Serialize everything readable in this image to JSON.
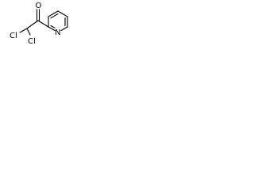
{
  "molecule": {
    "atoms": {
      "carbonyl_oxygen": "O",
      "chlorine_left": "Cl",
      "chlorine_right": "Cl",
      "ring_nitrogen": "N"
    },
    "colors": {
      "bond": "#000000",
      "label": "#000000",
      "background": "#ffffff"
    }
  }
}
